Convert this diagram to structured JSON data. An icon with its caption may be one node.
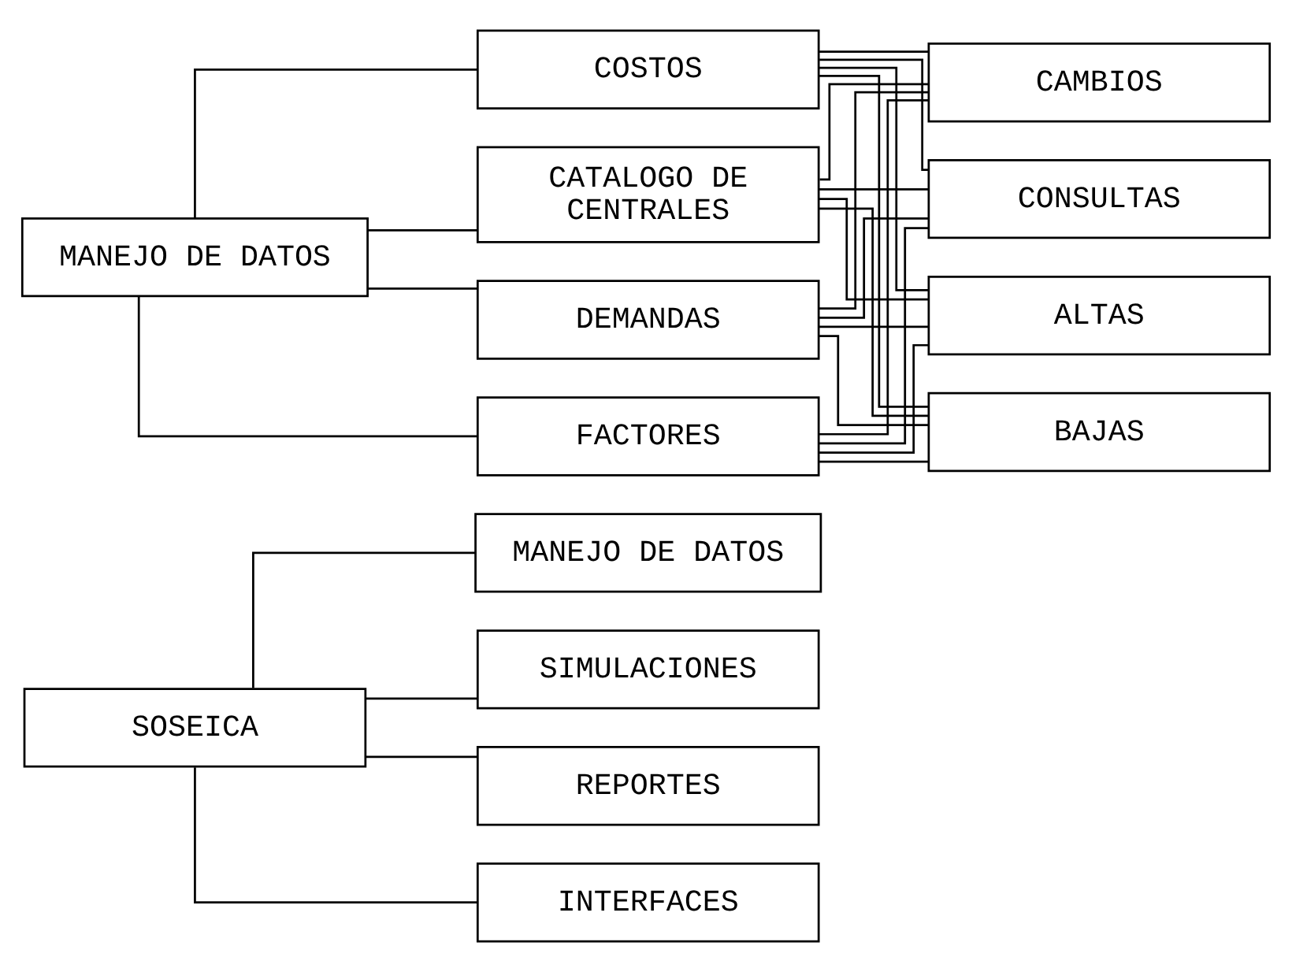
{
  "diagram": {
    "nodes": [
      {
        "text": [
          "SOSEICA"
        ]
      },
      {
        "text": [
          "MANEJO DE DATOS"
        ]
      },
      {
        "text": [
          "SIMULACIONES"
        ]
      },
      {
        "text": [
          "REPORTES"
        ]
      },
      {
        "text": [
          "INTERFACES"
        ]
      },
      {
        "text": [
          "MANEJO DE DATOS"
        ]
      },
      {
        "text": [
          "DEMANDAS"
        ]
      },
      {
        "text": [
          "FACTORES"
        ]
      },
      {
        "text": [
          "COSTOS"
        ]
      },
      {
        "text": [
          "CATALOGO DE CENTRALES"
        ]
      },
      {
        "text": [
          "ALTAS"
        ]
      },
      {
        "text": [
          "BAJAS"
        ]
      },
      {
        "text": [
          "CAMBIOS"
        ]
      },
      {
        "text": [
          "CONSULTAS"
        ]
      }
    ],
    "edges": [
      {
        "from": 0,
        "to": 1,
        "arrow": "none"
      },
      {
        "from": 0,
        "to": 2,
        "arrow": "none"
      },
      {
        "from": 0,
        "to": 3,
        "arrow": "none"
      },
      {
        "from": 0,
        "to": 4,
        "arrow": "none"
      },
      {
        "from": 5,
        "to": 6,
        "arrow": "none"
      },
      {
        "from": 5,
        "to": 7,
        "arrow": "none"
      },
      {
        "from": 5,
        "to": 8,
        "arrow": "none"
      },
      {
        "from": 5,
        "to": 9,
        "arrow": "none"
      },
      {
        "from": 6,
        "to": 10,
        "arrow": "none"
      },
      {
        "from": 6,
        "to": 11,
        "arrow": "none"
      },
      {
        "from": 6,
        "to": 12,
        "arrow": "none"
      },
      {
        "from": 6,
        "to": 13,
        "arrow": "none"
      },
      {
        "from": 7,
        "to": 10,
        "arrow": "none"
      },
      {
        "from": 7,
        "to": 11,
        "arrow": "none"
      },
      {
        "from": 7,
        "to": 12,
        "arrow": "none"
      },
      {
        "from": 7,
        "to": 13,
        "arrow": "none"
      },
      {
        "from": 8,
        "to": 10,
        "arrow": "none"
      },
      {
        "from": 8,
        "to": 11,
        "arrow": "none"
      },
      {
        "from": 8,
        "to": 12,
        "arrow": "none"
      },
      {
        "from": 8,
        "to": 13,
        "arrow": "none"
      },
      {
        "from": 9,
        "to": 10,
        "arrow": "none"
      },
      {
        "from": 9,
        "to": 11,
        "arrow": "none"
      },
      {
        "from": 9,
        "to": 12,
        "arrow": "none"
      },
      {
        "from": 9,
        "to": 13,
        "arrow": "none"
      }
    ]
  }
}
